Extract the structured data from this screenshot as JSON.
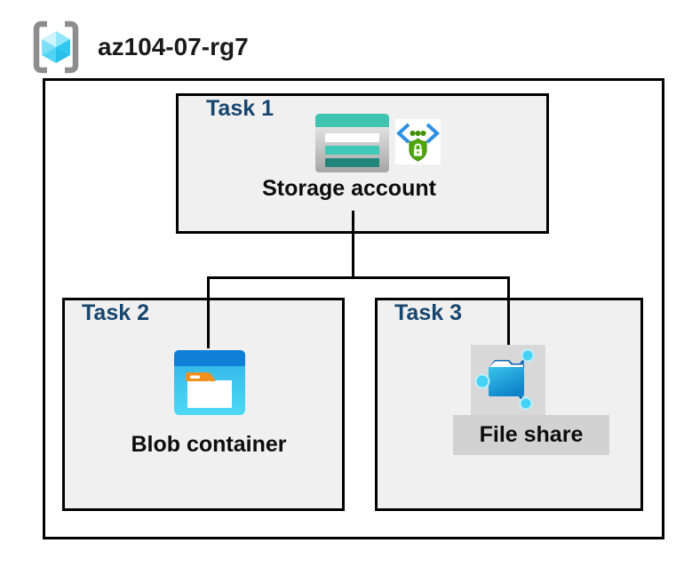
{
  "header": {
    "title": "az104-07-rg7",
    "icon": "resource-group-icon"
  },
  "tasks": [
    {
      "label": "Task 1",
      "resource": "Storage account",
      "icons": [
        "storage-account-icon",
        "secure-access-icon"
      ]
    },
    {
      "label": "Task 2",
      "resource": "Blob container",
      "icons": [
        "blob-container-icon"
      ]
    },
    {
      "label": "Task 3",
      "resource": "File share",
      "icons": [
        "file-share-icon"
      ]
    }
  ],
  "connections": [
    {
      "from": "Storage account",
      "to": "Blob container"
    },
    {
      "from": "Storage account",
      "to": "File share"
    }
  ],
  "colors": {
    "task_label": "#17466e",
    "box_fill": "#f0f0f0",
    "border": "#000000",
    "storage_teal": "#3fc4b1",
    "storage_teal_dark": "#22857a",
    "blob_bar_blue": "#0f7fd8",
    "blob_body_cyan": "#3cc5ee",
    "security_green": "#4fa80c",
    "bracket_gray": "#8d8d8d",
    "cube_cyan": "#31c9f0",
    "fileshare_plate_gray": "#d8d8d8",
    "fileshare_label_gray": "#d2d2d2"
  }
}
